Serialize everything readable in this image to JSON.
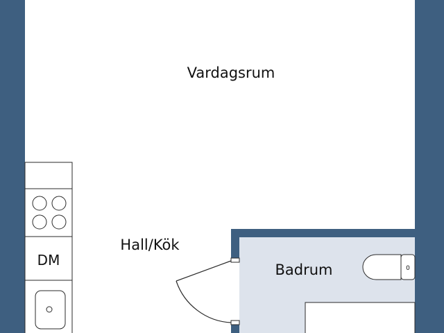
{
  "rooms": {
    "living": {
      "label": "Vardagsrum"
    },
    "hall_kitchen": {
      "label": "Hall/Kök"
    },
    "bathroom": {
      "label": "Badrum"
    }
  },
  "fixtures": {
    "dishwasher": {
      "label": "DM"
    },
    "toilet_button": {
      "label": "0"
    }
  },
  "colors": {
    "wall": "#3e5f80",
    "bathroom_floor": "#dde3ec",
    "floor": "#ffffff",
    "line": "#2a2a2a"
  }
}
